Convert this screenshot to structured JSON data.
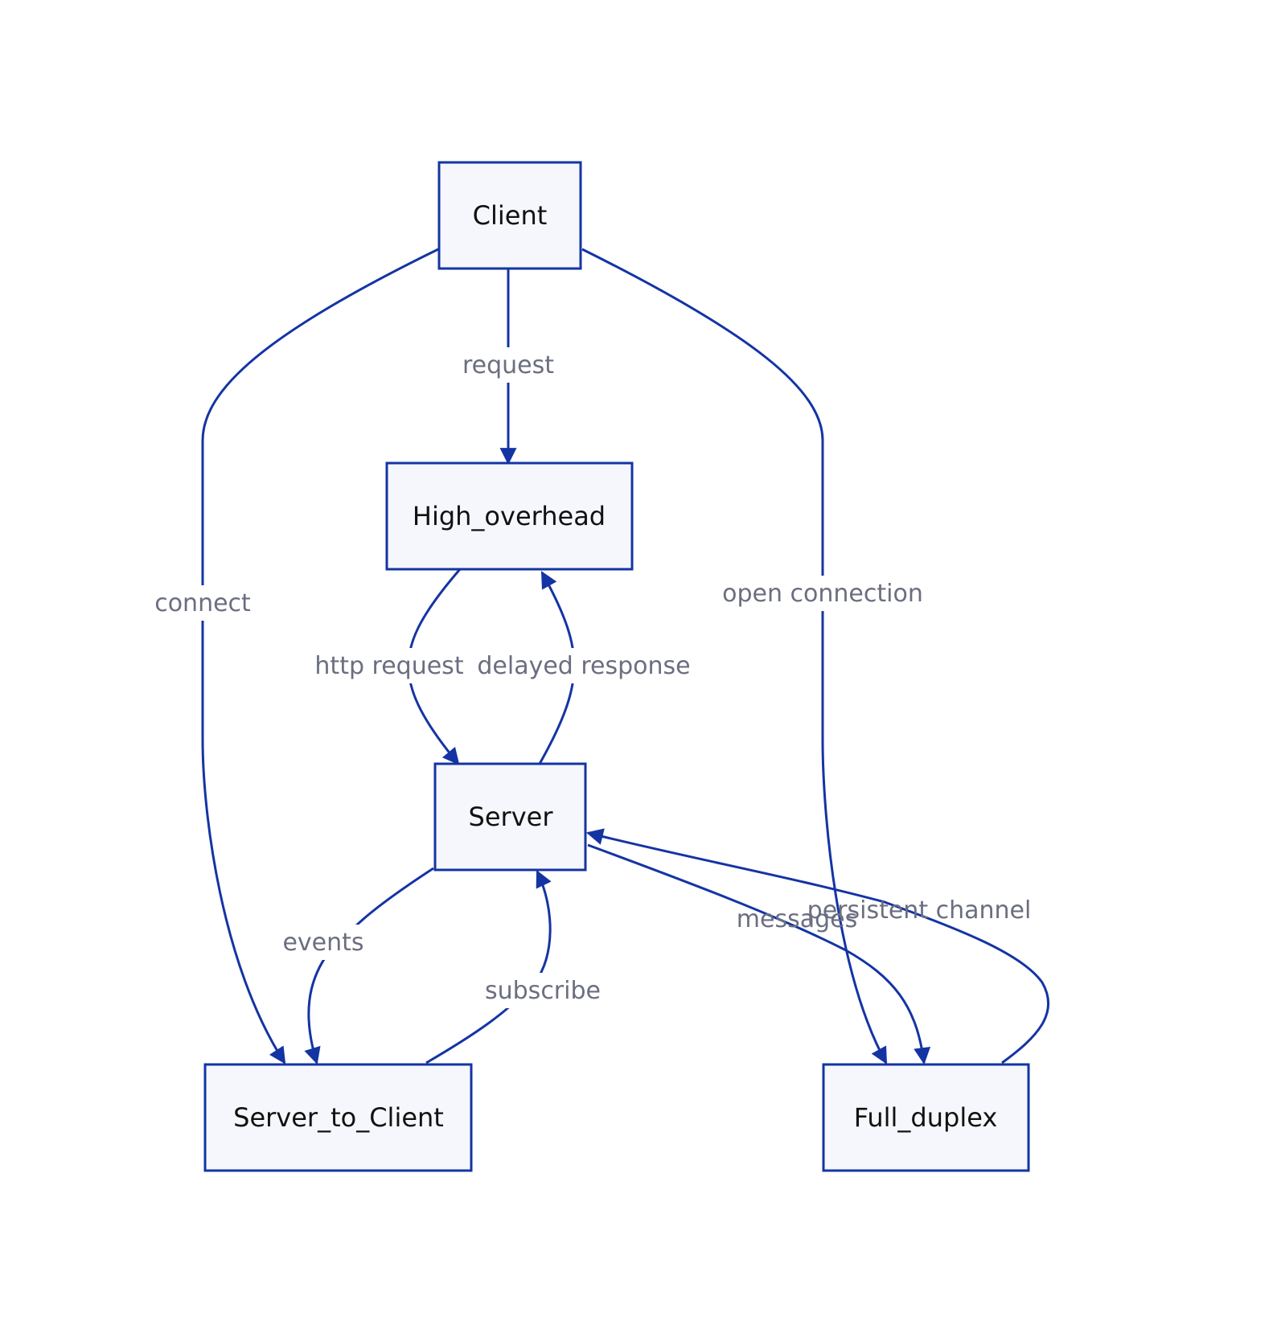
{
  "diagram": {
    "nodes": {
      "client": "Client",
      "high_overhead": "High_overhead",
      "server": "Server",
      "server_to_client": "Server_to_Client",
      "full_duplex": "Full_duplex"
    },
    "edges": {
      "request": "request",
      "connect": "connect",
      "open_connection": "open connection",
      "http_request": "http request",
      "delayed_response": "delayed response",
      "events": "events",
      "subscribe": "subscribe",
      "messages": "messages",
      "persistent_channel": "persistent channel"
    },
    "colors": {
      "stroke": "#1434a4",
      "node_fill": "#f5f7fc",
      "edge_label": "#6b6e80"
    }
  }
}
